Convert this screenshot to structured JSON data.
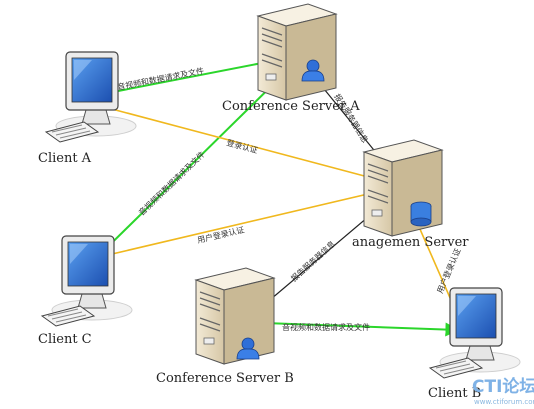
{
  "diagram": {
    "nodes": {
      "client_a": {
        "label": "Client A"
      },
      "client_b": {
        "label": "Client B"
      },
      "client_c": {
        "label": "Client C"
      },
      "conference_server_a": {
        "label": "Conference Server A"
      },
      "conference_server_b": {
        "label": "Conference Server B"
      },
      "management_server": {
        "label": "anagemen Server"
      }
    },
    "edges": {
      "av_data_a": "音视频和数据请求及文件",
      "av_data_c": "音视频和数据请求及文件",
      "av_data_b": "音视频和数据请求及文件",
      "login_a": "登录认证",
      "user_login_c": "用户登录认证",
      "user_login_b": "用户登录认证",
      "report_a": "报告服务器信息",
      "report_b": "报告服务器信息"
    },
    "colors": {
      "green_arrow": "#2bd62b",
      "yellow_arrow": "#f0b81e",
      "dark_arrow": "#222222",
      "monitor_screen": "#2a6fd6",
      "server_body": "#e8dcc4"
    }
  },
  "watermark": {
    "logo": "CTI论坛",
    "url": "www.ctiforum.com"
  }
}
